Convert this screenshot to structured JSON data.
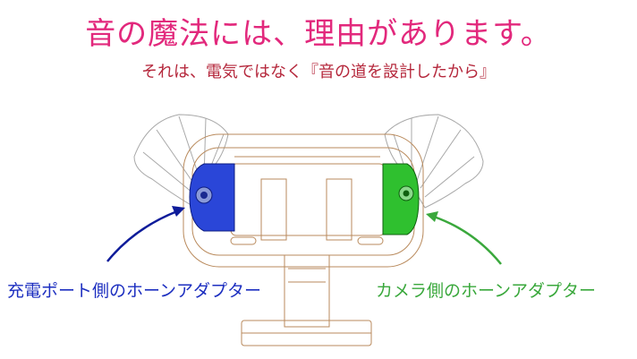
{
  "title": "音の魔法には、理由があります。",
  "subtitle": "それは、電気ではなく『音の道を設計したから』",
  "labels": {
    "left": "充電ポート側のホーンアダプター",
    "right": "カメラ側のホーンアダプター"
  },
  "colors": {
    "title": "#e2287c",
    "subtitle": "#b5283c",
    "left_adapter": "#2a46d8",
    "right_adapter": "#2fc02f",
    "outline": "#b98a5c"
  }
}
